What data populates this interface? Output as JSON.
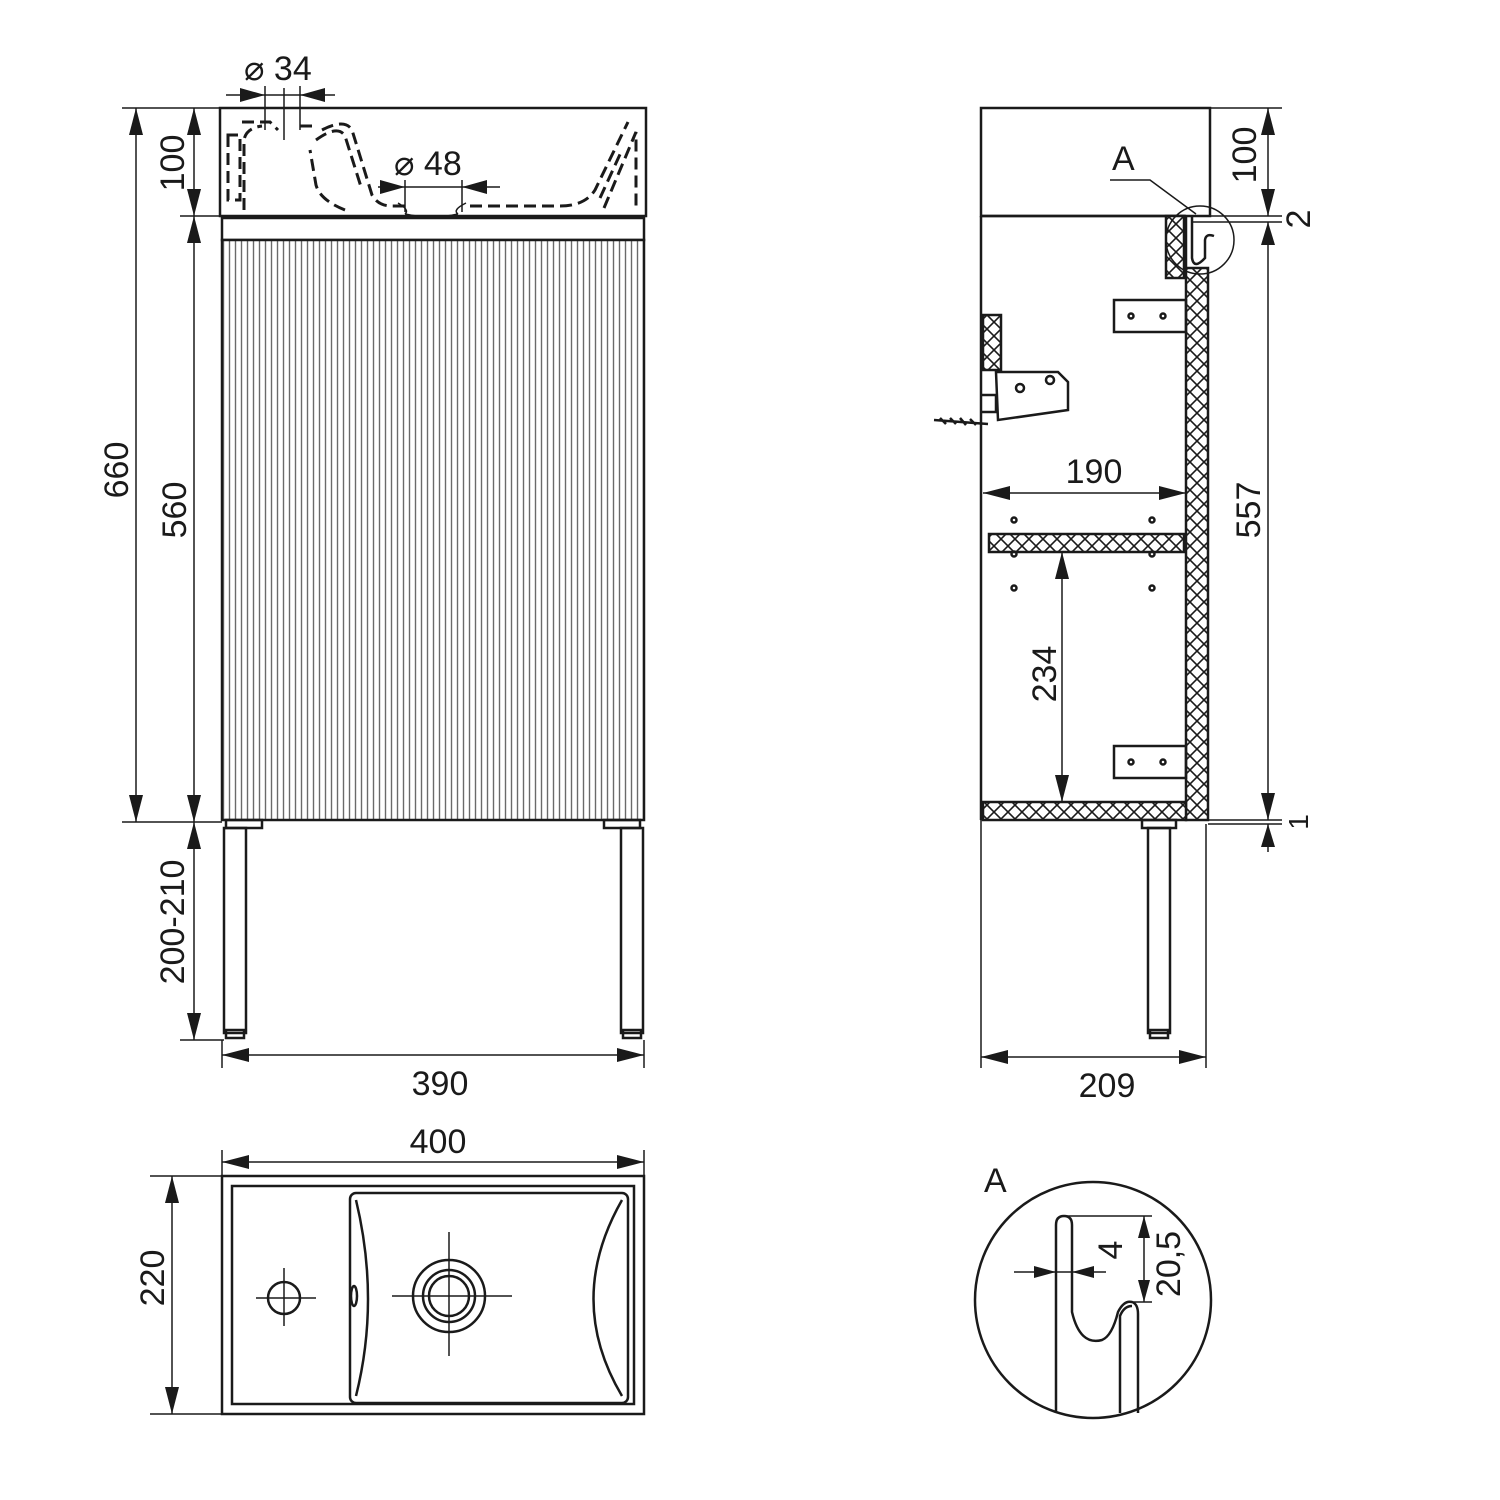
{
  "front_view": {
    "dim_hole_small": "⌀ 34",
    "dim_drain": "⌀ 48",
    "dim_basin_height": "100",
    "dim_total_height": "660",
    "dim_cabinet_height": "560",
    "dim_legs": "200-210",
    "dim_width": "390"
  },
  "side_view": {
    "detail_callout": "A",
    "dim_basin_height": "100",
    "dim_gap_top": "2",
    "dim_inner_height": "557",
    "dim_gap_bottom": "1",
    "dim_shelf_depth": "190",
    "dim_shelf_height": "234",
    "dim_depth": "209"
  },
  "top_view": {
    "dim_width": "400",
    "dim_depth": "220"
  },
  "detail_a": {
    "label": "A",
    "dim_thickness": "4",
    "dim_hook": "20,5"
  }
}
